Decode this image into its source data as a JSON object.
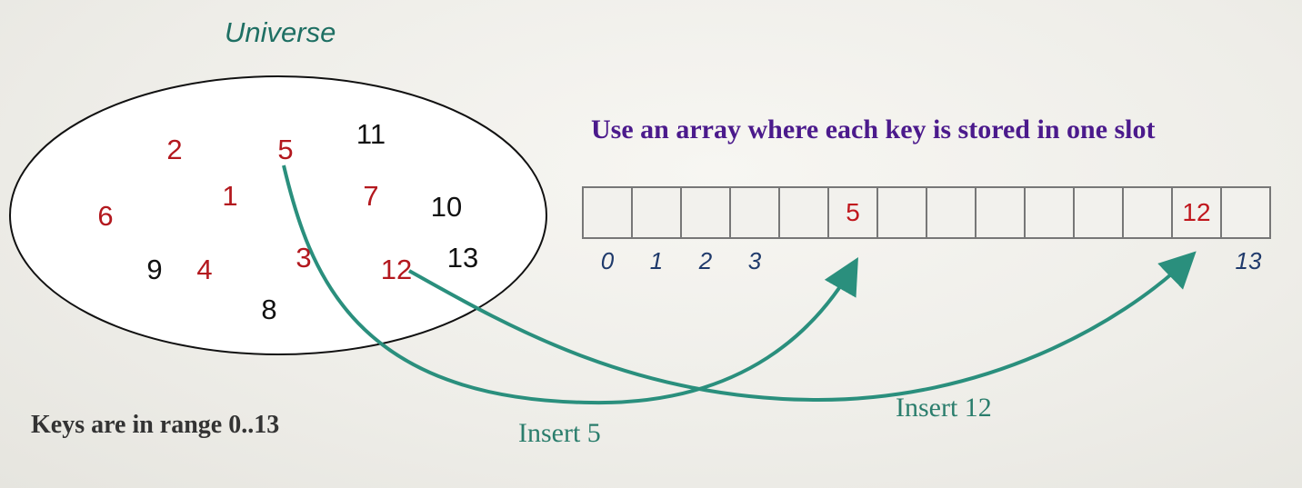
{
  "title": "Universe",
  "heading": "Use an array where each key is stored in one slot",
  "range_note": "Keys are in range 0..13",
  "universe_keys": [
    {
      "label": "2",
      "color": "#b3181e"
    },
    {
      "label": "5",
      "color": "#b3181e"
    },
    {
      "label": "11",
      "color": "#111111"
    },
    {
      "label": "1",
      "color": "#b3181e"
    },
    {
      "label": "7",
      "color": "#b3181e"
    },
    {
      "label": "10",
      "color": "#111111"
    },
    {
      "label": "6",
      "color": "#b3181e"
    },
    {
      "label": "3",
      "color": "#b3181e"
    },
    {
      "label": "12",
      "color": "#b3181e"
    },
    {
      "label": "13",
      "color": "#111111"
    },
    {
      "label": "9",
      "color": "#111111"
    },
    {
      "label": "4",
      "color": "#b3181e"
    },
    {
      "label": "8",
      "color": "#111111"
    }
  ],
  "array_slots": [
    "",
    "",
    "",
    "",
    "",
    "5",
    "",
    "",
    "",
    "",
    "",
    "",
    "12",
    ""
  ],
  "index_labels": [
    "0",
    "1",
    "2",
    "3",
    "13"
  ],
  "arrows": [
    {
      "label": "Insert 5",
      "color": "#2a8f7d"
    },
    {
      "label": "Insert 12",
      "color": "#2a8f7d"
    }
  ]
}
